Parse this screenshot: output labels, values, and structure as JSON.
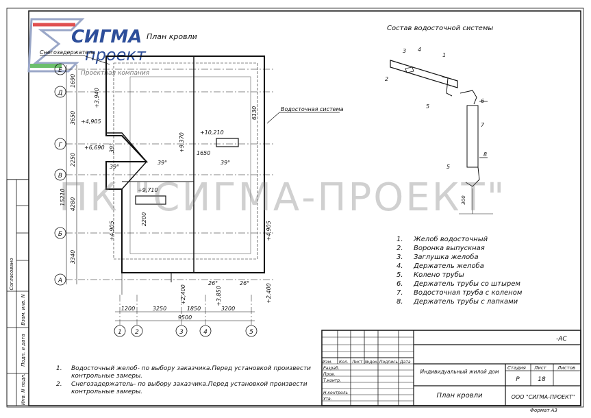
{
  "logo": {
    "name": "СИГМА",
    "sub": "проект",
    "tagline": "Проектная компания"
  },
  "watermark": "ПК \"СИГМА-ПРОЕКТ\"",
  "plan": {
    "title": "План кровли",
    "snow_guard_label": "Снегозадержатель",
    "drain_label": "Водосточная система",
    "axes_rows": [
      "Е",
      "Д",
      "Г",
      "В",
      "Б",
      "А"
    ],
    "axes_cols": [
      "1",
      "2",
      "3",
      "4",
      "5"
    ],
    "row_dims": [
      "1690",
      "3650",
      "2250",
      "4280",
      "3340",
      "15210"
    ],
    "col_dims": [
      "1200",
      "3250",
      "1850",
      "3200",
      "9500"
    ],
    "levels": [
      "+3,940",
      "+4,905",
      "+6,690",
      "+9,370",
      "+10,210",
      "+9,710",
      "+4,905",
      "+4,905",
      "+2,400",
      "+3,850",
      "+2,400"
    ],
    "slopes": [
      "39°",
      "39°",
      "39°",
      "39°",
      "26°",
      "26°"
    ],
    "inner_dims": [
      "6130",
      "1650",
      "2200"
    ]
  },
  "drain_system": {
    "title": "Состав водосточной системы",
    "callouts": [
      "1",
      "2",
      "3",
      "4",
      "5",
      "5",
      "6",
      "7",
      "8"
    ],
    "height_dim": "300",
    "items": [
      {
        "num": "1.",
        "text": "Желоб водосточный"
      },
      {
        "num": "2.",
        "text": "Воронка выпускная"
      },
      {
        "num": "3.",
        "text": "Заглушка желоба"
      },
      {
        "num": "4.",
        "text": "Держатель желоба"
      },
      {
        "num": "5.",
        "text": "Колено трубы"
      },
      {
        "num": "6.",
        "text": "Держатель трубы со штырем"
      },
      {
        "num": "7.",
        "text": "Водосточная труба с коленом"
      },
      {
        "num": "8.",
        "text": "Держатель трубы с лапками"
      }
    ]
  },
  "notes": [
    {
      "num": "1.",
      "line1": "Водосточный желоб- по выбору заказчика.Перед установкой произвести",
      "line2": "контрольные замеры."
    },
    {
      "num": "2.",
      "line1": "Снегозадержатель- по выбору заказчика.Перед установкой произвести",
      "line2": "контрольные замеры."
    }
  ],
  "side_stamps": [
    "Согласовано",
    "Взам. инв. N",
    "Подп. и дата",
    "Инв. N подл."
  ],
  "title_block": {
    "code": "-АС",
    "headers": [
      "Изм.",
      "Кол.",
      "Лист",
      "№док.",
      "Подпись",
      "Дата"
    ],
    "roles": [
      "Разраб.",
      "Пров.",
      "Т.контр.",
      "",
      "Н.контроль",
      "Утв."
    ],
    "project": "Индивидуальный жилой дом",
    "sheet_title": "План кровли",
    "stage_label": "Стадия",
    "sheet_label": "Лист",
    "sheets_label": "Листов",
    "stage": "Р",
    "sheet": "18",
    "sheets": "",
    "company": "ООО \"СИГМА-ПРОЕКТ\"",
    "format": "Формат   А3"
  }
}
